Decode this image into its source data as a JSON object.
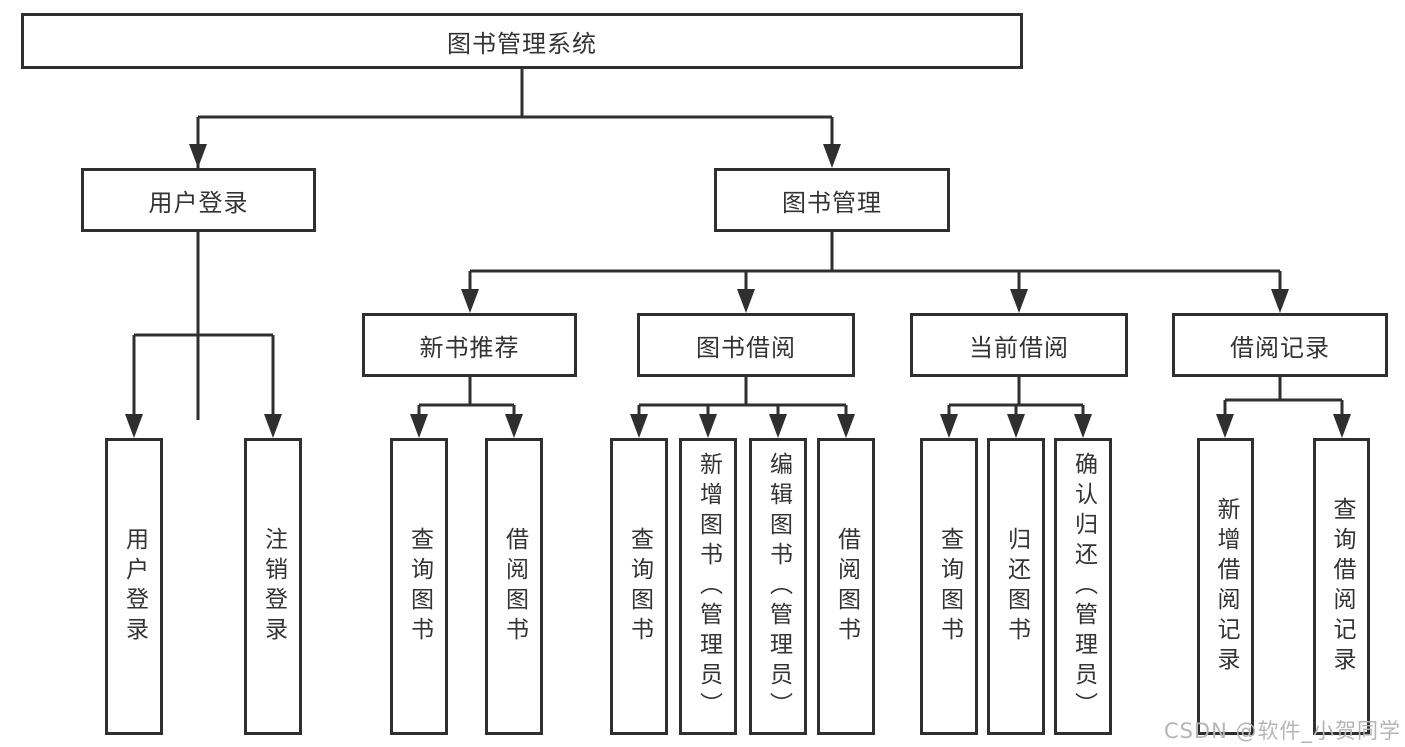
{
  "tree": {
    "label": "图书管理系统",
    "children": [
      {
        "label": "用户登录",
        "children": [
          {
            "label": "用户登录"
          },
          {
            "label": "注销登录"
          }
        ]
      },
      {
        "label": "图书管理",
        "children": [
          {
            "label": "新书推荐",
            "children": [
              {
                "label": "查询图书"
              },
              {
                "label": "借阅图书"
              }
            ]
          },
          {
            "label": "图书借阅",
            "children": [
              {
                "label": "查询图书"
              },
              {
                "label": "新增图书（管理员）"
              },
              {
                "label": "编辑图书（管理员）"
              },
              {
                "label": "借阅图书"
              }
            ]
          },
          {
            "label": "当前借阅",
            "children": [
              {
                "label": "查询图书"
              },
              {
                "label": "归还图书"
              },
              {
                "label": "确认归还（管理员）"
              }
            ]
          },
          {
            "label": "借阅记录",
            "children": [
              {
                "label": "新增借阅记录"
              },
              {
                "label": "查询借阅记录"
              }
            ]
          }
        ]
      }
    ]
  },
  "watermark": {
    "text": "CSDN @软件_小贺同学"
  },
  "colors": {
    "line": "#2f2f2f",
    "text": "#333333",
    "watermark": "#b5b5b5",
    "background": "#ffffff"
  }
}
